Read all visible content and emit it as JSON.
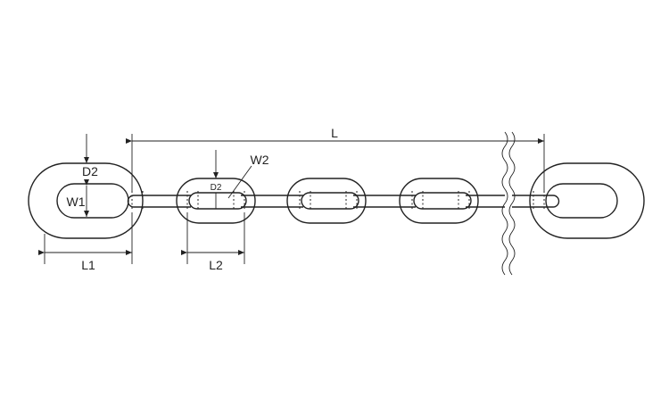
{
  "labels": {
    "overall_length": "L",
    "outer_link_length": "L1",
    "outer_link_width": "W1",
    "outer_link_wire": "D2",
    "inner_link_length": "L2",
    "inner_link_width": "W2",
    "inner_link_wire": "D2"
  },
  "colors": {
    "line": "#222222",
    "background": "#ffffff"
  }
}
